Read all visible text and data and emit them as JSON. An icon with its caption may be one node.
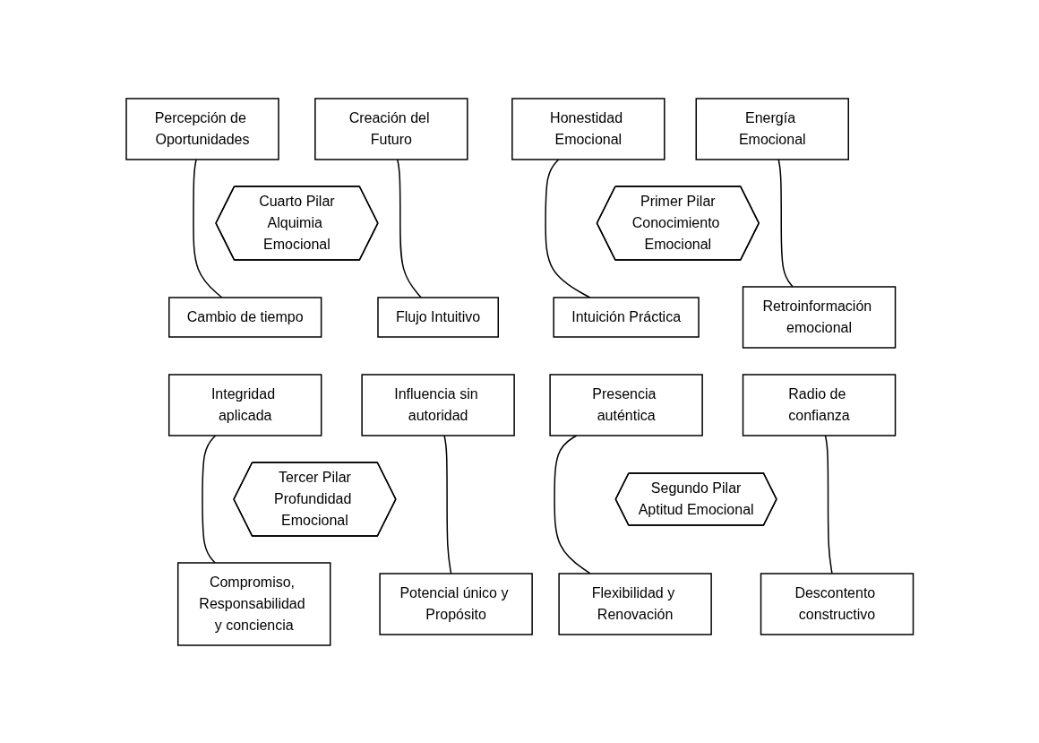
{
  "diagram": {
    "nodes": [
      {
        "text": [
          "Percepción de Oportunidades"
        ]
      },
      {
        "text": [
          "Creación del Futuro"
        ]
      },
      {
        "text": [
          "Cuarto Pilar",
          "Alquimia Emocional"
        ]
      },
      {
        "text": [
          "Cambio de tiempo"
        ]
      },
      {
        "text": [
          "Flujo Intuitivo"
        ]
      },
      {
        "text": [
          "Honestidad Emocional"
        ]
      },
      {
        "text": [
          "Energía Emocional"
        ]
      },
      {
        "text": [
          "Primer Pilar",
          "Conocimiento Emocional"
        ]
      },
      {
        "text": [
          "Intuición Práctica"
        ]
      },
      {
        "text": [
          "Retroinformación emocional"
        ]
      },
      {
        "text": [
          "Integridad aplicada"
        ]
      },
      {
        "text": [
          "Influencia sin autoridad"
        ]
      },
      {
        "text": [
          "Tercer Pilar",
          "Profundidad Emocional"
        ]
      },
      {
        "text": [
          "Compromiso, Responsabilidad y conciencia"
        ]
      },
      {
        "text": [
          "Potencial único y Propósito"
        ]
      },
      {
        "text": [
          "Presencia auténtica"
        ]
      },
      {
        "text": [
          "Radio de confianza"
        ]
      },
      {
        "text": [
          "Segundo Pilar",
          "Aptitud Emocional"
        ]
      },
      {
        "text": [
          "Flexibilidad y Renovación"
        ]
      },
      {
        "text": [
          "Descontento constructivo"
        ]
      }
    ],
    "edges": [
      {
        "from": 0,
        "to": 3,
        "arrow": "none"
      },
      {
        "from": 1,
        "to": 4,
        "arrow": "none"
      },
      {
        "from": 5,
        "to": 8,
        "arrow": "none"
      },
      {
        "from": 6,
        "to": 9,
        "arrow": "none"
      },
      {
        "from": 10,
        "to": 13,
        "arrow": "none"
      },
      {
        "from": 11,
        "to": 14,
        "arrow": "none"
      },
      {
        "from": 15,
        "to": 18,
        "arrow": "none"
      },
      {
        "from": 16,
        "to": 19,
        "arrow": "none"
      }
    ]
  }
}
